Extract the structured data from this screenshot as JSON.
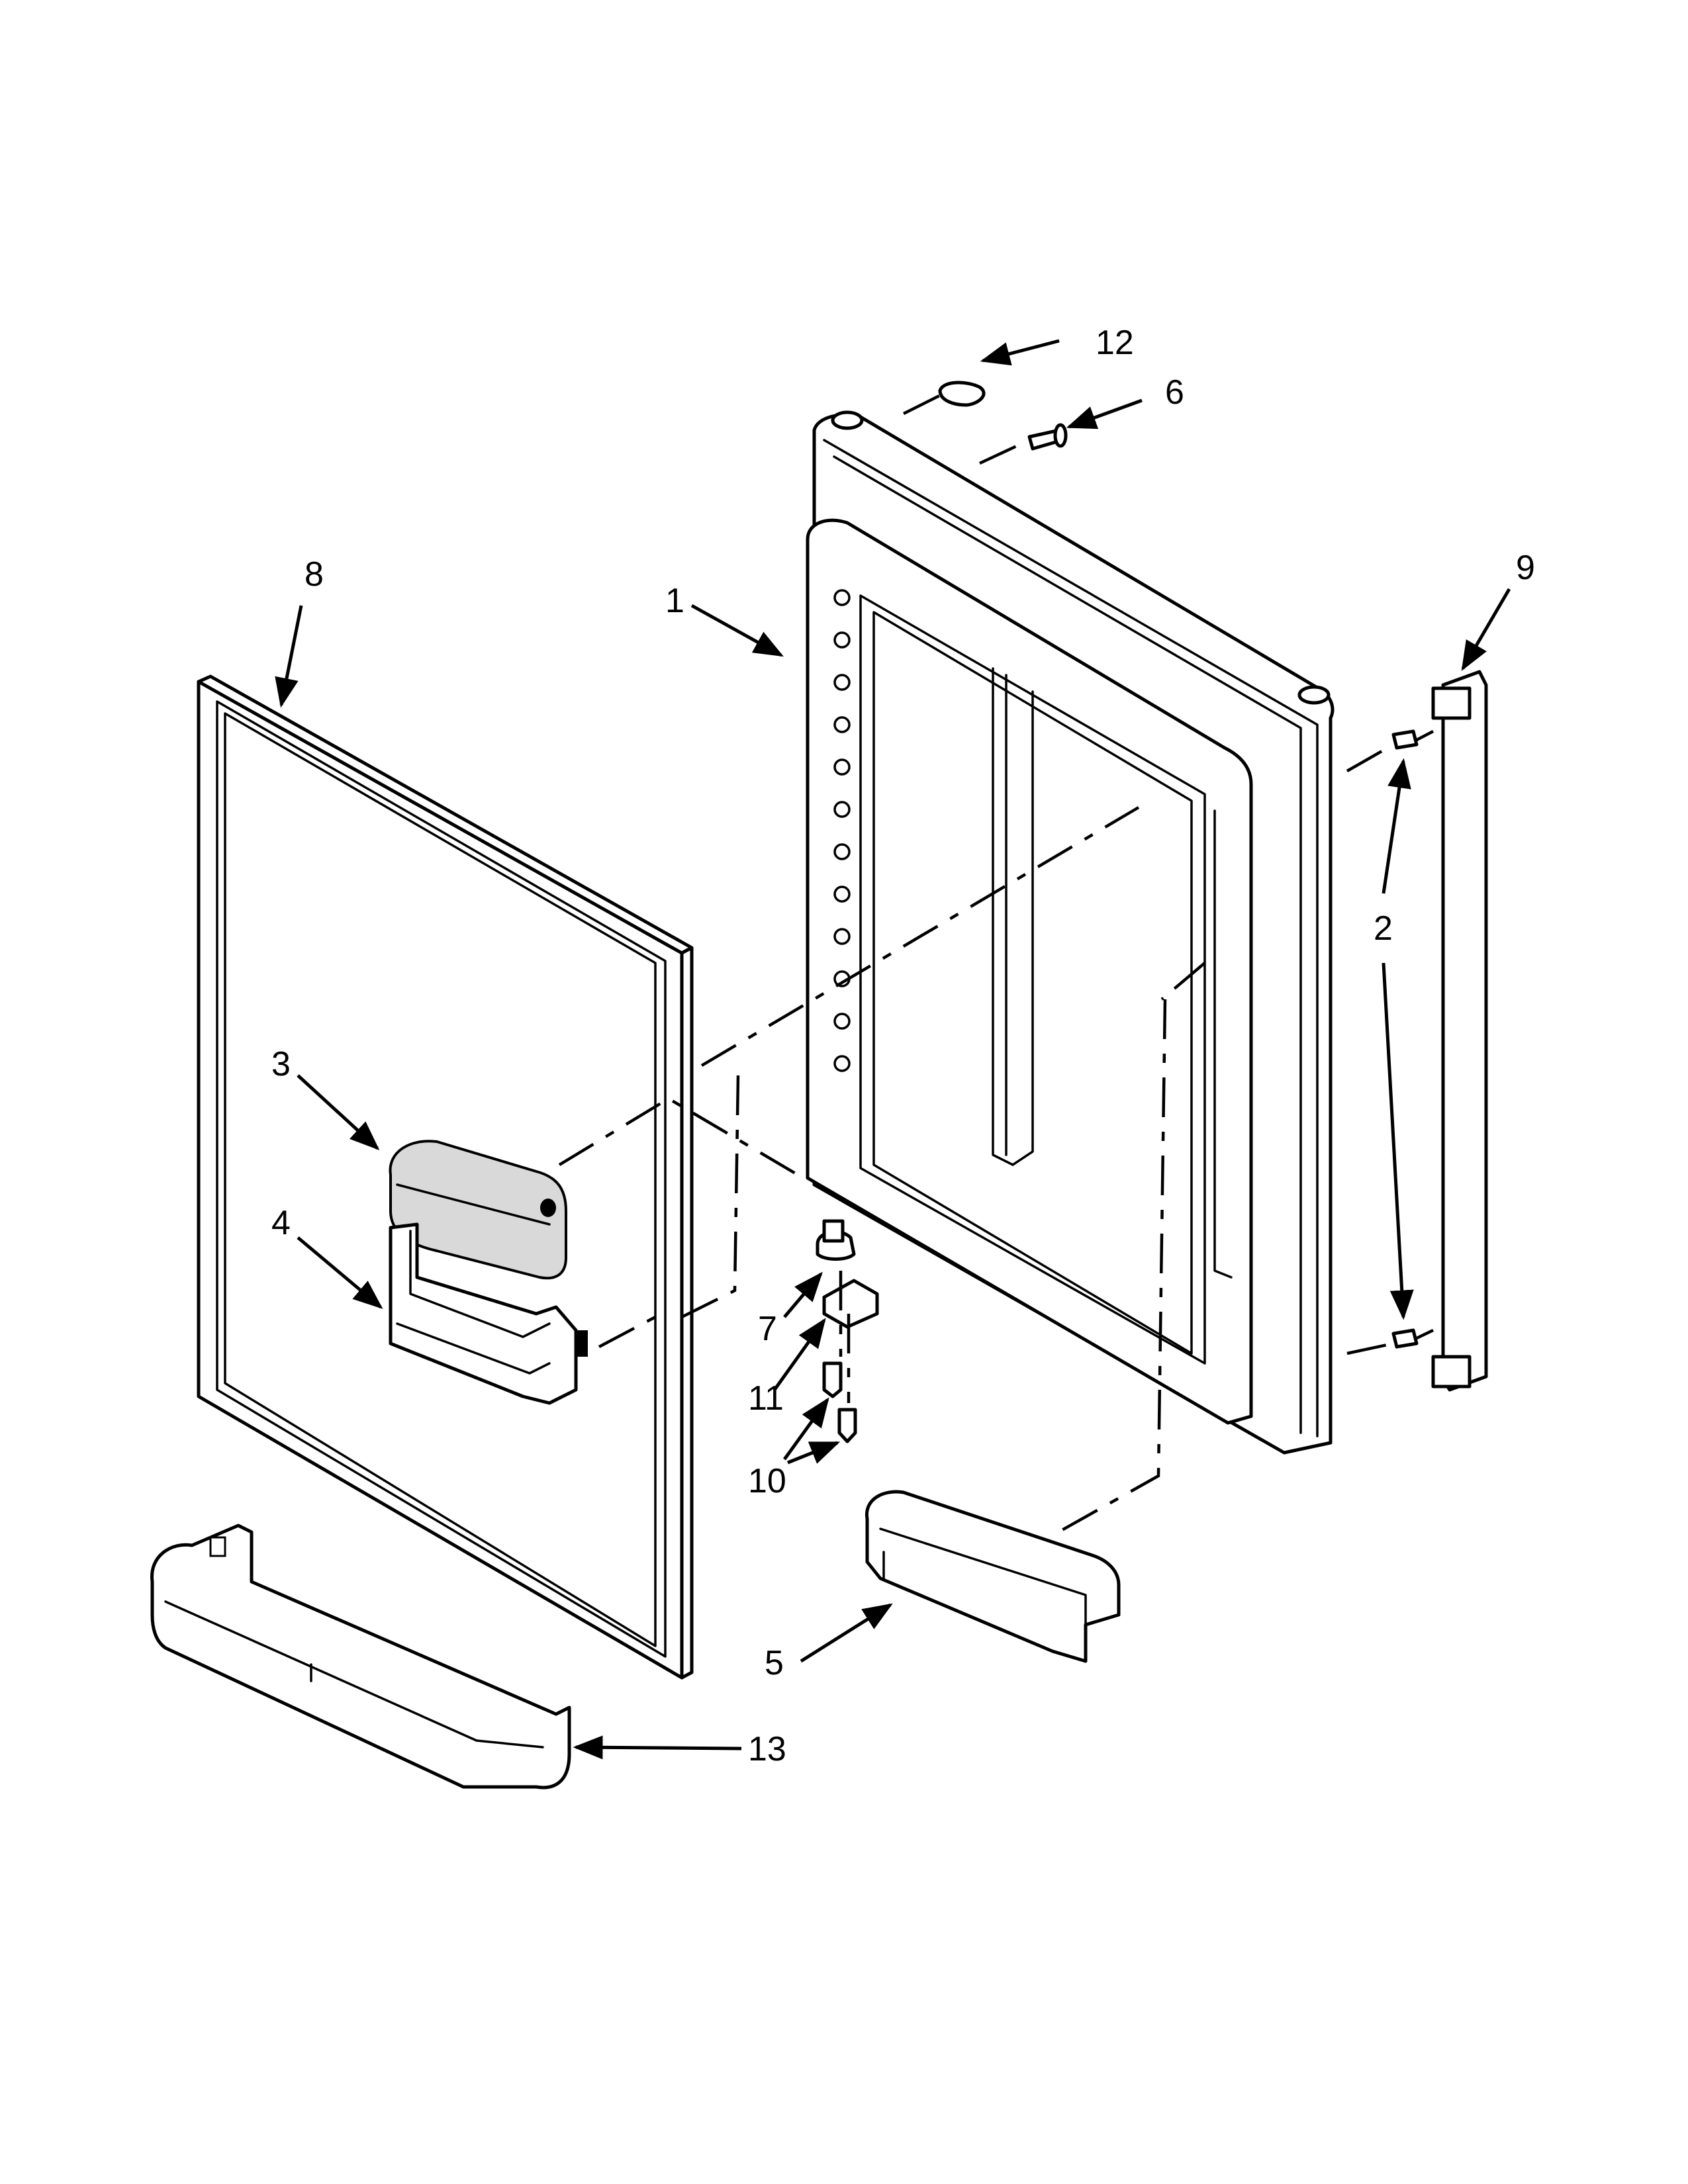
{
  "diagram": {
    "callouts": [
      {
        "id": "c1",
        "label": "1"
      },
      {
        "id": "c2",
        "label": "2"
      },
      {
        "id": "c3",
        "label": "3"
      },
      {
        "id": "c4",
        "label": "4"
      },
      {
        "id": "c5",
        "label": "5"
      },
      {
        "id": "c6",
        "label": "6"
      },
      {
        "id": "c7",
        "label": "7"
      },
      {
        "id": "c8",
        "label": "8"
      },
      {
        "id": "c9",
        "label": "9"
      },
      {
        "id": "c10",
        "label": "10"
      },
      {
        "id": "c11",
        "label": "11"
      },
      {
        "id": "c12",
        "label": "12"
      },
      {
        "id": "c13",
        "label": "13"
      }
    ],
    "colors": {
      "line": "#000000",
      "background": "#ffffff",
      "shading": "#d9d9d9"
    }
  }
}
